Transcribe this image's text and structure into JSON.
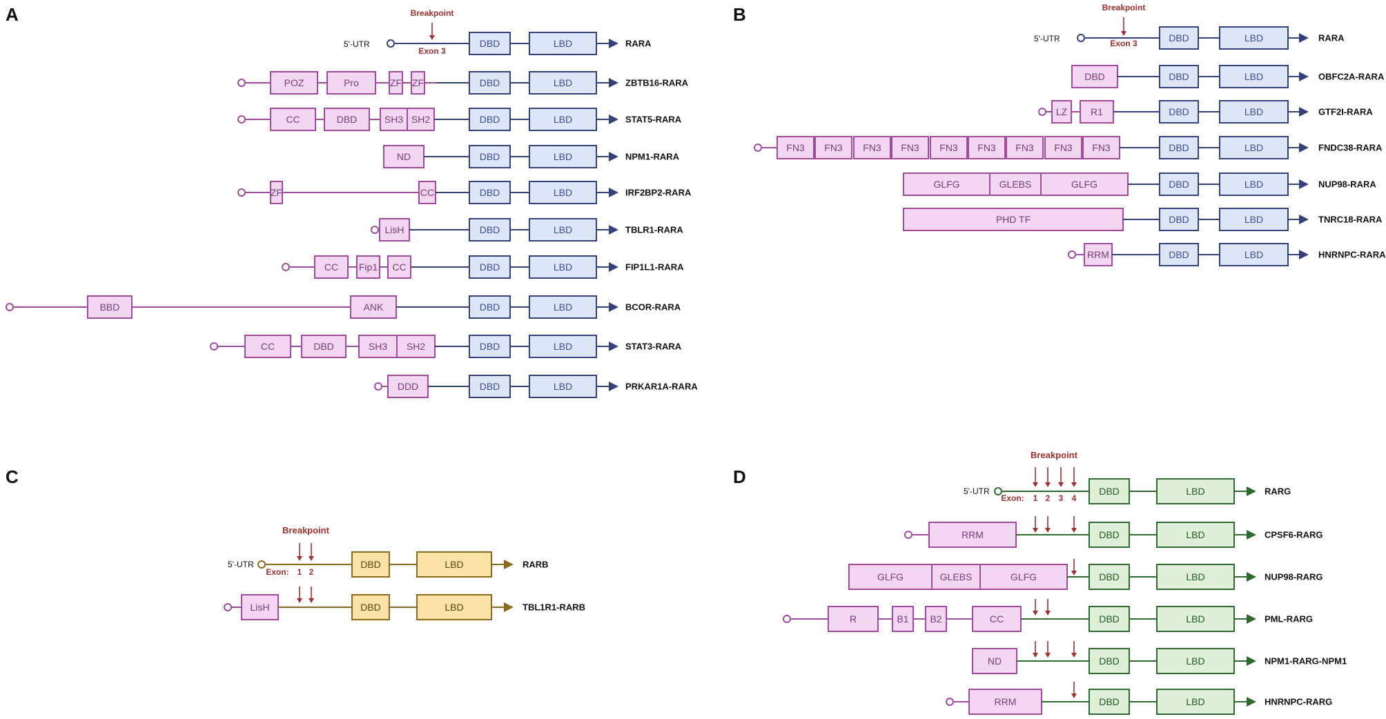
{
  "colors": {
    "blue_line": "#33407a",
    "blue_fill": "#dde6f6",
    "blue_text": "#3a4c96",
    "pink_line": "#a04ba0",
    "pink_fill": "#f2d6f2",
    "pink_text": "#7a3a7a",
    "gold_line": "#8b6a1d",
    "gold_fill": "#fbe3a6",
    "green_line": "#2d6a2d",
    "green_fill": "#dff0d8",
    "green_text": "#1f5a1f",
    "arrow_red": "#a33030"
  },
  "panels": [
    {
      "label": "A",
      "utr": "5'-UTR",
      "breakpoint": "Breakpoint",
      "exon": "Exon 3",
      "rows": [
        {
          "name": "RARA",
          "domains": []
        },
        {
          "name": "ZBTB16-RARA",
          "domains": [
            "POZ",
            "Pro",
            "ZF",
            "ZF"
          ]
        },
        {
          "name": "STAT5-RARA",
          "domains": [
            "CC",
            "DBD",
            "SH3",
            "SH2"
          ]
        },
        {
          "name": "NPM1-RARA",
          "domains": [
            "ND"
          ]
        },
        {
          "name": "IRF2BP2-RARA",
          "domains": [
            "ZF",
            "CC"
          ]
        },
        {
          "name": "TBLR1-RARA",
          "domains": [
            "LisH"
          ]
        },
        {
          "name": "FIP1L1-RARA",
          "domains": [
            "CC",
            "Fip1",
            "CC"
          ]
        },
        {
          "name": "BCOR-RARA",
          "domains": [
            "BBD",
            "ANK"
          ]
        },
        {
          "name": "STAT3-RARA",
          "domains": [
            "CC",
            "DBD",
            "SH3",
            "SH2"
          ]
        },
        {
          "name": "PRKAR1A-RARA",
          "domains": [
            "DDD"
          ]
        }
      ]
    },
    {
      "label": "B",
      "utr": "5'-UTR",
      "breakpoint": "Breakpoint",
      "exon": "Exon 3",
      "rows": [
        {
          "name": "RARA",
          "domains": []
        },
        {
          "name": "OBFC2A-RARA",
          "domains": [
            "DBD"
          ]
        },
        {
          "name": "GTF2I-RARA",
          "domains": [
            "LZ",
            "R1"
          ]
        },
        {
          "name": "FNDC38-RARA",
          "domains": [
            "FN3",
            "FN3",
            "FN3",
            "FN3",
            "FN3",
            "FN3",
            "FN3",
            "FN3",
            "FN3"
          ]
        },
        {
          "name": "NUP98-RARA",
          "domains": [
            "GLFG",
            "GLEBS",
            "GLFG"
          ]
        },
        {
          "name": "TNRC18-RARA",
          "domains": [
            "PHD TF"
          ]
        },
        {
          "name": "HNRNPC-RARA",
          "domains": [
            "RRM"
          ]
        }
      ]
    },
    {
      "label": "C",
      "utr": "5'-UTR",
      "breakpoint": "Breakpoint",
      "exon_prefix": "Exon:",
      "exon_nums": [
        "1",
        "2"
      ],
      "rows": [
        {
          "name": "RARB",
          "domains": []
        },
        {
          "name": "TBL1R1-RARB",
          "domains": [
            "LisH"
          ]
        }
      ]
    },
    {
      "label": "D",
      "utr": "5'-UTR",
      "breakpoint": "Breakpoint",
      "exon_prefix": "Exon:",
      "exon_nums": [
        "1",
        "2",
        "3",
        "4"
      ],
      "rows": [
        {
          "name": "RARG",
          "domains": []
        },
        {
          "name": "CPSF6-RARG",
          "domains": [
            "RRM"
          ]
        },
        {
          "name": "NUP98-RARG",
          "domains": [
            "GLFG",
            "GLEBS",
            "GLFG"
          ]
        },
        {
          "name": "PML-RARG",
          "domains": [
            "R",
            "B1",
            "B2",
            "CC"
          ]
        },
        {
          "name": "NPM1-RARG-NPM1",
          "domains": [
            "ND"
          ]
        },
        {
          "name": "HNRNPC-RARG",
          "domains": [
            "RRM"
          ]
        }
      ]
    }
  ],
  "common_domains": {
    "dbd": "DBD",
    "lbd": "LBD"
  }
}
